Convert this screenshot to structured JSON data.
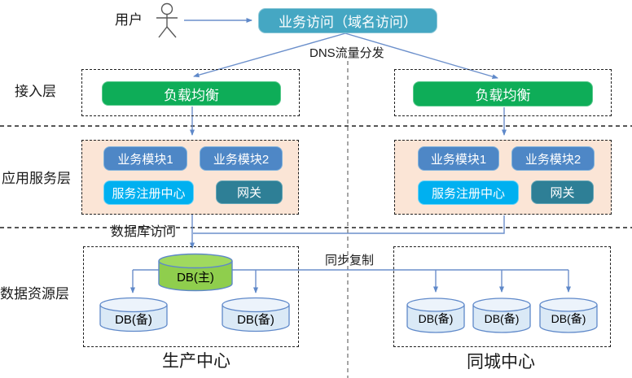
{
  "top": {
    "user_label": "用户",
    "entry_box": "业务访问（域名访问）",
    "dns_label": "DNS流量分发"
  },
  "layers": {
    "access": {
      "label": "接入层",
      "left_lb": "负载均衡",
      "right_lb": "负载均衡"
    },
    "app": {
      "label": "应用服务层",
      "left": {
        "module1": "业务模块1",
        "module2": "业务模块2",
        "registry": "服务注册中心",
        "gateway": "网关"
      },
      "right": {
        "module1": "业务模块1",
        "module2": "业务模块2",
        "registry": "服务注册中心",
        "gateway": "网关"
      }
    },
    "data": {
      "label": "数据资源层",
      "db_access_label": "数据库访问",
      "sync_label": "同步复制",
      "primary_db": "DB(主)",
      "left_backup_dbs": [
        "DB(备)",
        "DB(备)"
      ],
      "right_backup_dbs": [
        "DB(备)",
        "DB(备)",
        "DB(备)"
      ]
    }
  },
  "centers": {
    "production": "生产中心",
    "same_city": "同城中心"
  },
  "colors": {
    "entry_box": "#45A7C3",
    "load_balancer": "#0EAD58",
    "module": "#4E87C6",
    "registry": "#00B0F0",
    "gateway": "#2E7F96",
    "app_layer_bg": "#FBE5D6",
    "primary_db": "#8FCE4D",
    "backup_db": "#DAE9F6",
    "connector": "#6B8FCB",
    "divider": "#7F7F7F"
  }
}
